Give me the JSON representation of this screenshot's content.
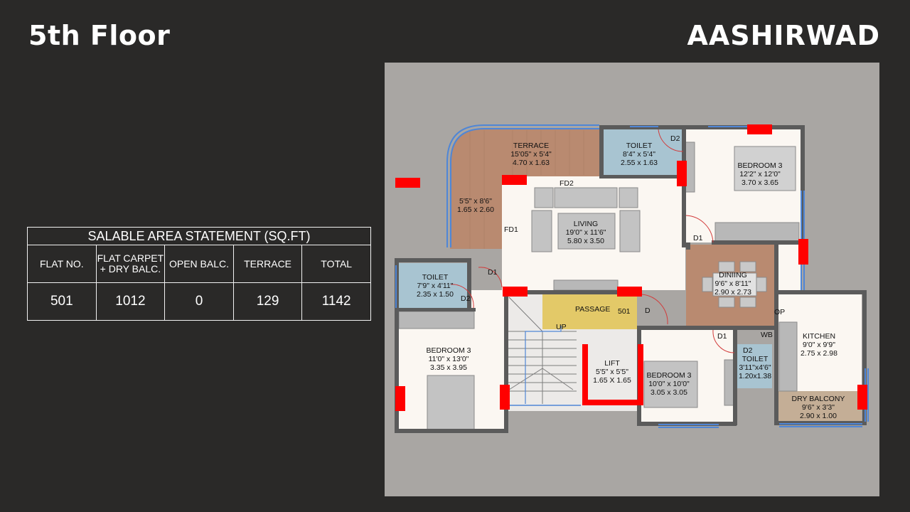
{
  "header": {
    "floor_title": "5th Floor",
    "brand": "AASHIRWAD"
  },
  "area_table": {
    "title": "SALABLE AREA STATEMENT (SQ.FT)",
    "columns": [
      "FLAT NO.",
      "FLAT CARPET + DRY BALC.",
      "OPEN BALC.",
      "TERRACE",
      "TOTAL"
    ],
    "row": [
      "501",
      "1012",
      "0",
      "129",
      "1142"
    ]
  },
  "plan": {
    "colors": {
      "wall": "#5b5b5b",
      "floor": "#fbf7f2",
      "wood": "#b98a70",
      "toilet": "#a8c4d1",
      "passage": "#e3c968",
      "window": "#4f86d6",
      "column": "#ff0000",
      "door_swing": "#d23a3a"
    },
    "rooms": [
      {
        "id": "terrace",
        "name": "TERRACE",
        "dims_imperial": "15'05\" x 5'4\"",
        "dims_metric": "4.70 x 1.63"
      },
      {
        "id": "terrace-side",
        "name": "",
        "dims_imperial": "5'5\" x 8'6\"",
        "dims_metric": "1.65 x 2.60"
      },
      {
        "id": "toilet-top",
        "name": "TOILET",
        "dims_imperial": "8'4\" x 5'4\"",
        "dims_metric": "2.55 x 1.63"
      },
      {
        "id": "bedroom-top-right",
        "name": "BEDROOM 3",
        "dims_imperial": "12'2\" x 12'0\"",
        "dims_metric": "3.70 x 3.65"
      },
      {
        "id": "living",
        "name": "LIVING",
        "dims_imperial": "19'0\" x 11'6\"",
        "dims_metric": "5.80 x 3.50"
      },
      {
        "id": "dining",
        "name": "DINIING",
        "dims_imperial": "9'6\" x 8'11\"",
        "dims_metric": "2.90 x 2.73"
      },
      {
        "id": "toilet-left",
        "name": "TOILET",
        "dims_imperial": "7'9\" x 4'11\"",
        "dims_metric": "2.35 x 1.50"
      },
      {
        "id": "bedroom-left",
        "name": "BEDROOM 3",
        "dims_imperial": "11'0\" x 13'0\"",
        "dims_metric": "3.35 x 3.95"
      },
      {
        "id": "lift",
        "name": "LIFT",
        "dims_imperial": "5'5\" x 5'5\"",
        "dims_metric": "1.65 X 1.65"
      },
      {
        "id": "bedroom-mid",
        "name": "BEDROOM 3",
        "dims_imperial": "10'0\" x 10'0\"",
        "dims_metric": "3.05 x 3.05"
      },
      {
        "id": "toilet-small",
        "name": "TOILET",
        "dims_imperial": "3'11\"x4'6\"",
        "dims_metric": "1.20x1.38"
      },
      {
        "id": "kitchen",
        "name": "KITCHEN",
        "dims_imperial": "9'0\" x 9'9\"",
        "dims_metric": "2.75 x 2.98"
      },
      {
        "id": "dry-balcony",
        "name": "DRY BALCONY",
        "dims_imperial": "9'6\" x 3'3\"",
        "dims_metric": "2.90 x 1.00"
      }
    ],
    "labels": {
      "passage": "PASSAGE",
      "flat_no": "501",
      "up": "UP",
      "fd1": "FD1",
      "fd2": "FD2",
      "d": "D",
      "d1": "D1",
      "d2": "D2",
      "op": "OP",
      "wb": "WB"
    }
  }
}
